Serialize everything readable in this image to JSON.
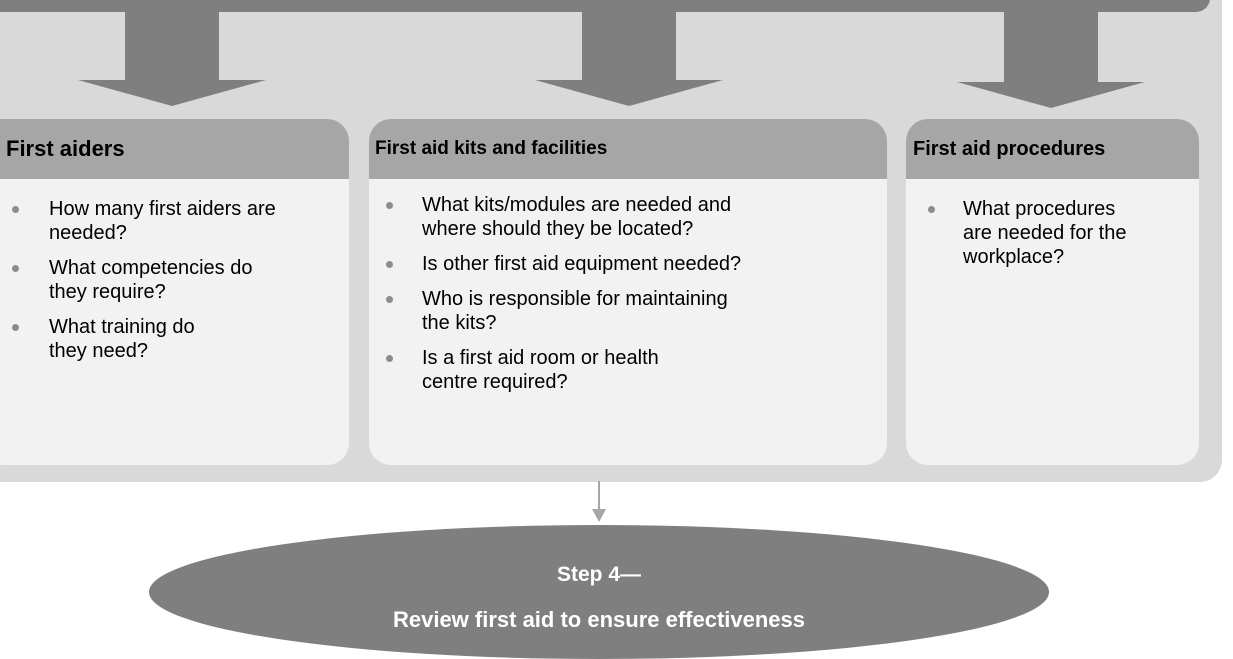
{
  "cards": [
    {
      "title": "First aiders",
      "bullets": [
        "How many first aiders are\nneeded?",
        "What competencies do\nthey require?",
        "What training do\nthey need?"
      ]
    },
    {
      "title": "First aid kits and facilities",
      "bullets": [
        "What kits/modules are needed and\nwhere should they be located?",
        "Is other first aid equipment needed?",
        "Who is responsible for maintaining\nthe kits?",
        "Is a first aid room or health\ncentre required?"
      ]
    },
    {
      "title": "First aid procedures",
      "bullets": [
        "What procedures\nare needed for the\nworkplace?"
      ]
    }
  ],
  "step": {
    "number": "Step 4—",
    "title": "Review first aid to ensure effectiveness"
  },
  "colors": {
    "panel": "#d9d9d9",
    "arrow": "#7f7f7f",
    "card_header": "#a6a6a6",
    "card_body": "#f2f2f2",
    "ellipse": "#7f7f7f",
    "bullet": "#8c8c8c"
  }
}
